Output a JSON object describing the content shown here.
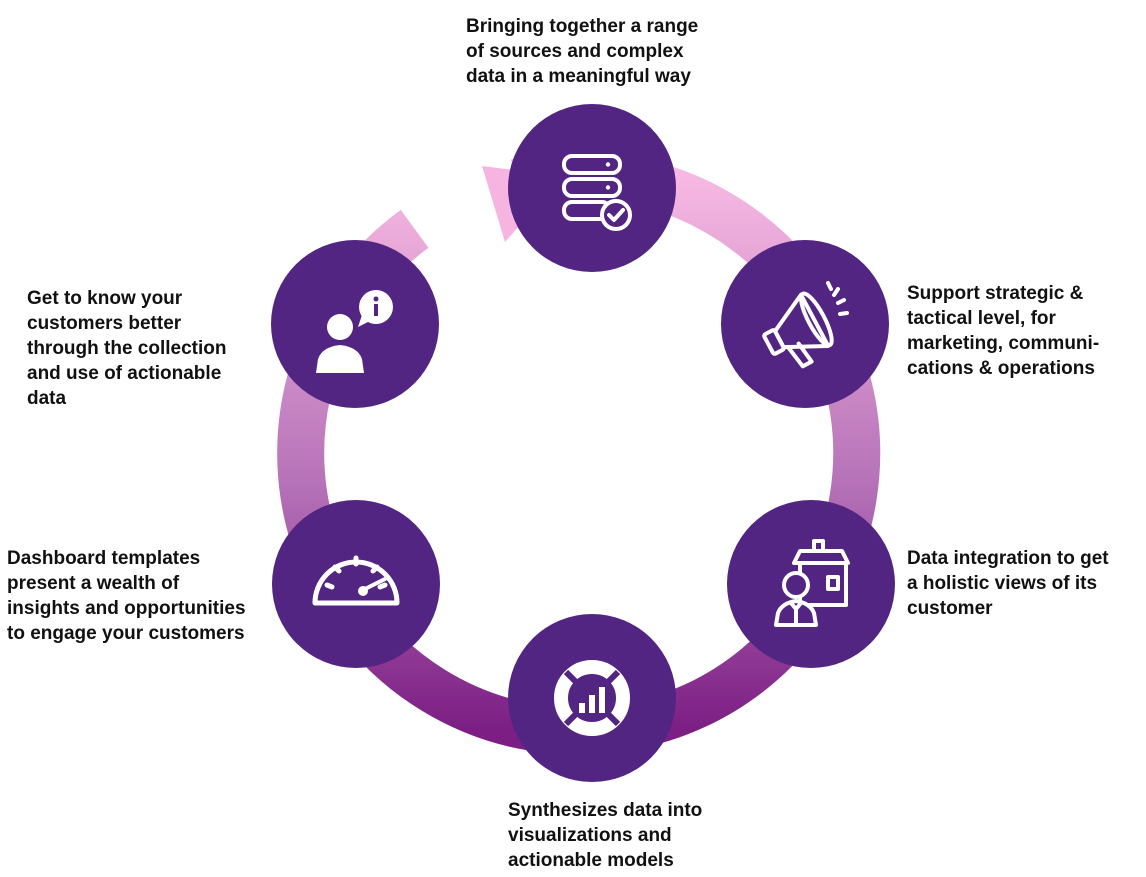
{
  "colors": {
    "node_fill": "#522582",
    "ring_top": "#f7b9e3",
    "ring_mid": "#b673b8",
    "ring_bottom": "#7c1e84",
    "icon": "#ffffff",
    "text": "#111111"
  },
  "steps": [
    {
      "id": "data-sources",
      "icon": "server-check-icon",
      "text_lines": [
        "Bringing together a range",
        "of sources and complex",
        "data in a meaningful way"
      ]
    },
    {
      "id": "strategic-support",
      "icon": "megaphone-icon",
      "text_lines": [
        "Support strategic &",
        "tactical level, for",
        "marketing, communi-",
        "cations & operations"
      ]
    },
    {
      "id": "data-integration",
      "icon": "customer-house-icon",
      "text_lines": [
        "Data integration to get",
        "a holistic views of its",
        "customer"
      ]
    },
    {
      "id": "synthesize",
      "icon": "analytics-chart-icon",
      "text_lines": [
        "Synthesizes data into",
        "visualizations and",
        "actionable models"
      ]
    },
    {
      "id": "dashboard",
      "icon": "speedometer-icon",
      "text_lines": [
        "Dashboard templates",
        "present a wealth of",
        "insights and opportunities",
        "to engage your customers"
      ]
    },
    {
      "id": "know-customers",
      "icon": "user-info-icon",
      "text_lines": [
        "Get to know your",
        "customers better",
        "through the collection",
        "and use of actionable",
        "data"
      ]
    }
  ]
}
